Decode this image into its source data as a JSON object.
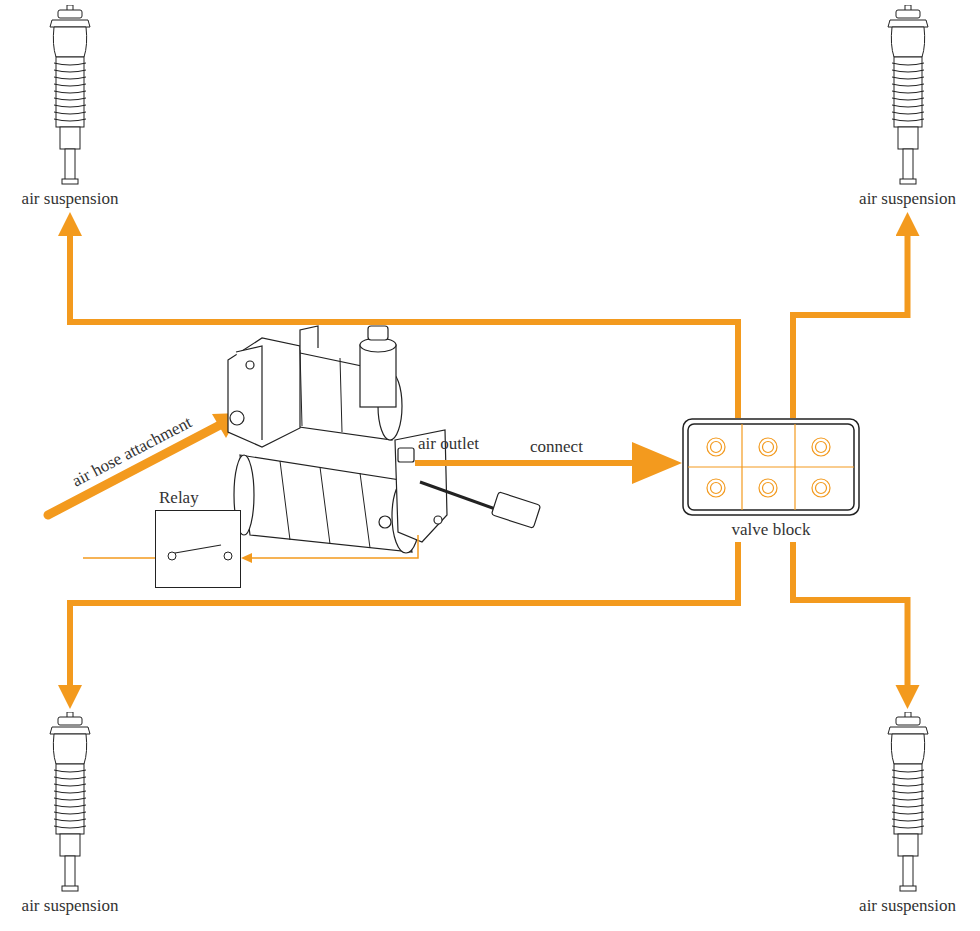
{
  "diagram": {
    "nodes": [
      {
        "text": [
          "air suspension"
        ]
      },
      {
        "text": [
          "air suspension"
        ]
      },
      {
        "text": [
          "valve block"
        ]
      },
      {
        "text": [
          "Relay"
        ]
      },
      {
        "text": [
          "air suspension"
        ]
      },
      {
        "text": [
          "air suspension"
        ]
      }
    ],
    "edges": [
      {
        "from": 2,
        "to": 0,
        "arrow": "to"
      },
      {
        "from": 2,
        "to": 1,
        "arrow": "to"
      },
      {
        "from": 2,
        "to": 4,
        "arrow": "to"
      },
      {
        "from": 2,
        "to": 5,
        "arrow": "to"
      }
    ],
    "labels": [
      "air hose attachment",
      "air outlet",
      "connect"
    ]
  }
}
